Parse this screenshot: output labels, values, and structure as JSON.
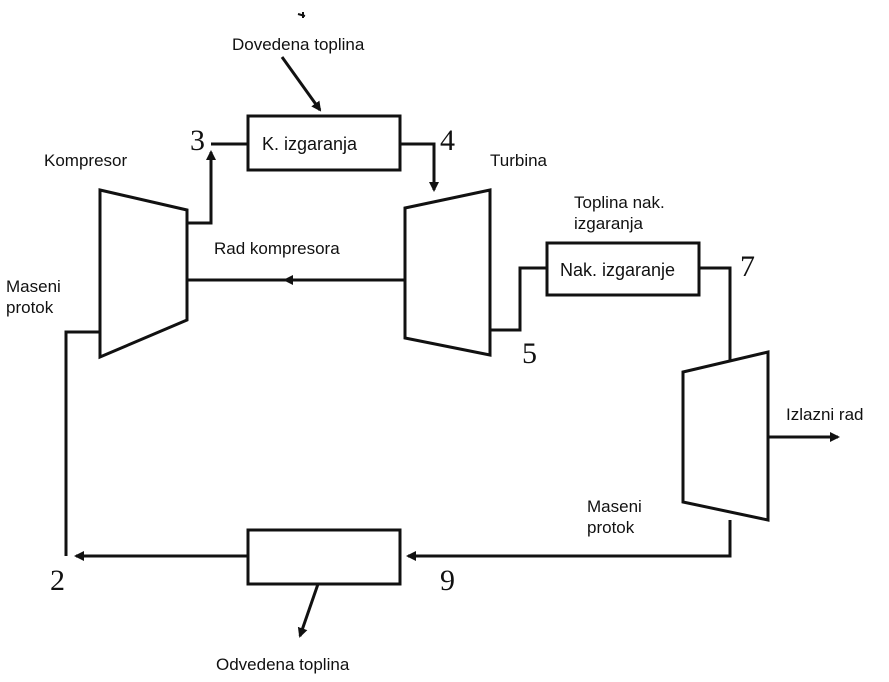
{
  "labels": {
    "heat_added": "Dovedena toplina",
    "combustion_chamber": "K. izgaranja",
    "compressor": "Kompresor",
    "turbine": "Turbina",
    "compressor_work": "Rad kompresora",
    "mass_flow_left": "Maseni\nprotok",
    "afterburn_heat": "Toplina nak.\nizgaranja",
    "afterburner": "Nak. izgaranje",
    "output_work": "Izlazni rad",
    "mass_flow_right": "Maseni\nprotok",
    "heat_rejected": "Odvedena toplina"
  },
  "points": {
    "p2": "2",
    "p3": "3",
    "p4": "4",
    "p5": "5",
    "p7": "7",
    "p9": "9"
  }
}
